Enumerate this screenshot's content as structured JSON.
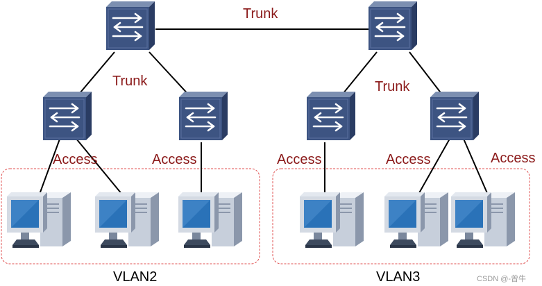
{
  "labels": {
    "trunk": "Trunk",
    "access": "Access",
    "vlan2": "VLAN2",
    "vlan3": "VLAN3",
    "watermark": "CSDN @-曾牛"
  },
  "colors": {
    "label_red": "#8b1a1a",
    "vlan_box": "#e05050",
    "switch_top": "#7c8fb1",
    "switch_front": "#3d5482",
    "switch_side": "#2a3c63",
    "pc_screen": "#2a72b8",
    "pc_body": "#c7cfdb"
  },
  "nodes": {
    "core_switches": [
      "switch-core-left",
      "switch-core-right"
    ],
    "access_switches": [
      "switch-access-1",
      "switch-access-2",
      "switch-access-3",
      "switch-access-4"
    ],
    "pcs_vlan2": 3,
    "pcs_vlan3": 3
  },
  "icons": {
    "switch": "network-switch-icon",
    "pc": "desktop-computer-icon"
  }
}
